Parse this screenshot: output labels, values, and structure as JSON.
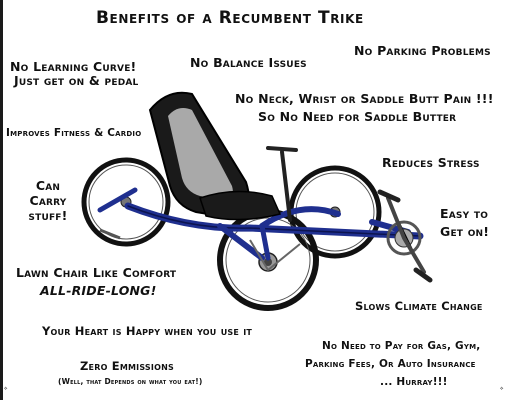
{
  "title": "Benefits of a Recumbent Trike",
  "benefits": {
    "no_learning_curve_1": "No Learning Curve!",
    "no_learning_curve_2": "Just get on & pedal",
    "no_balance": "No Balance Issues",
    "no_parking": "No Parking Problems",
    "no_pain_1": "No Neck, Wrist or Saddle Butt Pain !!!",
    "no_pain_2": "So No Need for Saddle Butter",
    "fitness": "Improves Fitness & Cardio",
    "stress": "Reduces Stress",
    "carry_1": "Can",
    "carry_2": "Carry",
    "carry_3": "stuff!",
    "easy_1": "Easy to",
    "easy_2": "Get on!",
    "lawn_chair_1": "Lawn Chair Like Comfort",
    "lawn_chair_2": "ALL-RIDE-LONG!",
    "climate": "Slows Climate Change",
    "heart": "Your Heart is Happy when you use it",
    "no_pay_1": "No Need to Pay for Gas, Gym,",
    "no_pay_2": "Parking Fees, Or Auto Insurance",
    "no_pay_3": "... Hurray!!!",
    "emissions_1": "Zero Emmissions",
    "emissions_2": "(Well, that Depends on what you eat!)"
  },
  "illustration": {
    "subject": "recumbent-trike",
    "frame_color": "#1f2f8f",
    "seat_color": "#1a1a1a",
    "seat_inner_color": "#a9a9a9"
  }
}
